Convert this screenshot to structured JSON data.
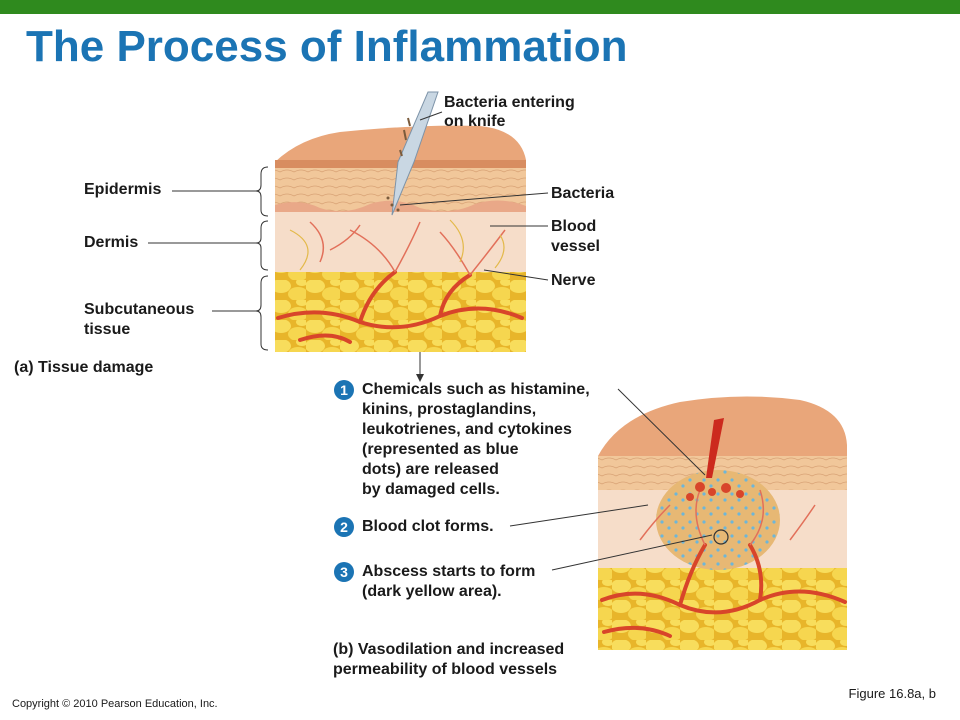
{
  "title": "The Process of Inflammation",
  "colors": {
    "top_bar": "#2f8a1e",
    "title": "#1b74b4",
    "step_circle": "#1b74b4"
  },
  "panel_a": {
    "part_letter": "(a)",
    "caption": "Tissue damage",
    "labels_left": [
      "Epidermis",
      "Dermis",
      "Subcutaneous",
      "tissue"
    ],
    "labels_right": {
      "bacteria_entering": [
        "Bacteria entering",
        "on knife"
      ],
      "bacteria": "Bacteria",
      "blood_vessel": [
        "Blood",
        "vessel"
      ],
      "nerve": "Nerve"
    }
  },
  "steps": [
    {
      "number": "1",
      "lines": [
        "Chemicals such as histamine,",
        "kinins, prostaglandins,",
        "leukotrienes, and cytokines",
        "(represented as blue",
        "dots) are released",
        "by damaged cells."
      ]
    },
    {
      "number": "2",
      "lines": [
        "Blood clot forms."
      ]
    },
    {
      "number": "3",
      "lines": [
        "Abscess starts to form",
        "(dark yellow area)."
      ]
    }
  ],
  "panel_b": {
    "part_letter": "(b)",
    "caption_lines": [
      "Vasodilation and increased",
      "permeability of blood vessels"
    ]
  },
  "figure_ref": "Figure 16.8a, b",
  "copyright": "Copyright © 2010 Pearson Education, Inc."
}
